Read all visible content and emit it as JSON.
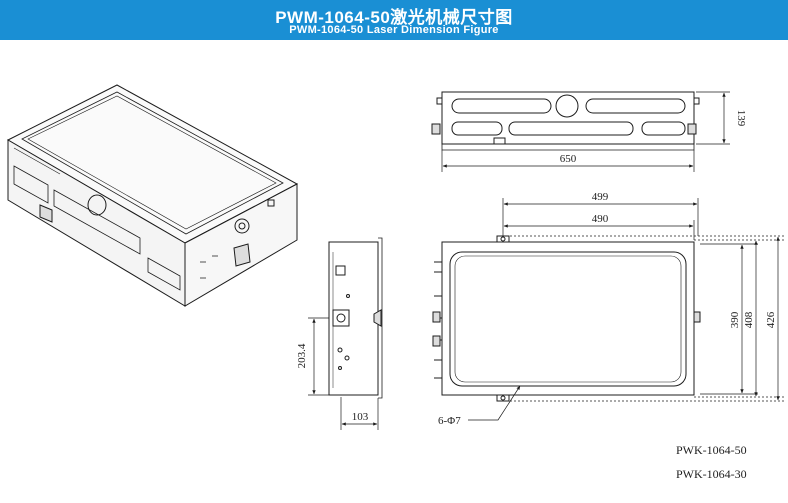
{
  "header": {
    "title": "PWM-1064-50激光机械尺寸图",
    "subtitle": "PWM-1064-50 Laser Dimension Figure"
  },
  "colors": {
    "banner": "#1a8fd4",
    "line": "#1c1c1c"
  },
  "dimensions": {
    "front_height": "139",
    "front_width": "650",
    "top_outer_width": "499",
    "top_inner_width": "490",
    "top_inner_height": "390",
    "top_mid_height": "408",
    "top_outer_height": "426",
    "hole_callout": "6-Φ7",
    "side_height": "203.4",
    "side_width": "103"
  },
  "models": [
    "PWK-1064-50",
    "PWK-1064-30"
  ]
}
